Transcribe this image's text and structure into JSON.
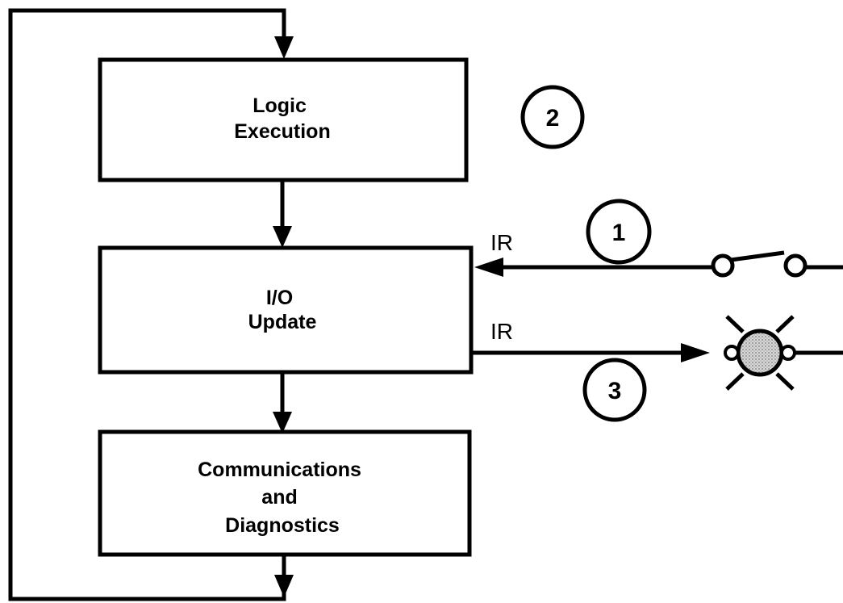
{
  "blocks": {
    "logic": {
      "lines": [
        "Logic",
        "Execution"
      ]
    },
    "io": {
      "lines": [
        "I/O",
        "Update"
      ]
    },
    "comm": {
      "lines": [
        "Communications",
        "and",
        "Diagnostics"
      ]
    }
  },
  "signals": {
    "input_label": "IR",
    "output_label": "IR"
  },
  "markers": {
    "one": "1",
    "two": "2",
    "three": "3"
  },
  "icons": {
    "input_device": "switch-icon",
    "output_device": "lamp-icon"
  }
}
